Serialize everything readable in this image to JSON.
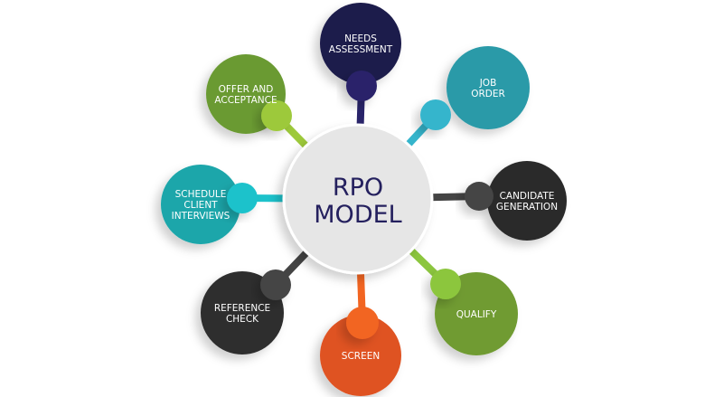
{
  "center": {
    "lines": [
      "RPO",
      "MODEL"
    ],
    "fill": "#e6e6e6",
    "text_color": "#24205e"
  },
  "nodes": [
    {
      "id": "needs-assessment",
      "lines": [
        "NEEDS",
        "ASSESSMENT"
      ],
      "color": "#1e1b4b",
      "knob": "#29246a"
    },
    {
      "id": "job-order",
      "lines": [
        "JOB",
        "ORDER"
      ],
      "color": "#2b9aa8",
      "knob": "#35b5cc"
    },
    {
      "id": "candidate-generation",
      "lines": [
        "CANDIDATE",
        "GENERATION"
      ],
      "color": "#2b2b2b",
      "knob": "#444444"
    },
    {
      "id": "qualify",
      "lines": [
        "QUALIFY"
      ],
      "color": "#6f9b30",
      "knob": "#8cc63e"
    },
    {
      "id": "screen",
      "lines": [
        "SCREEN"
      ],
      "color": "#df5324",
      "knob": "#f26522"
    },
    {
      "id": "reference-check",
      "lines": [
        "REFERENCE",
        "CHECK"
      ],
      "color": "#2d2d2d",
      "knob": "#444444"
    },
    {
      "id": "schedule-client-interviews",
      "lines": [
        "SCHEDULE",
        "CLIENT",
        "INTERVIEWS"
      ],
      "color": "#1aa6aa",
      "knob": "#1dc2cb"
    },
    {
      "id": "offer-and-acceptance",
      "lines": [
        "OFFER AND",
        "ACCEPTANCE"
      ],
      "color": "#6b9a32",
      "knob": "#9dc93a"
    }
  ]
}
